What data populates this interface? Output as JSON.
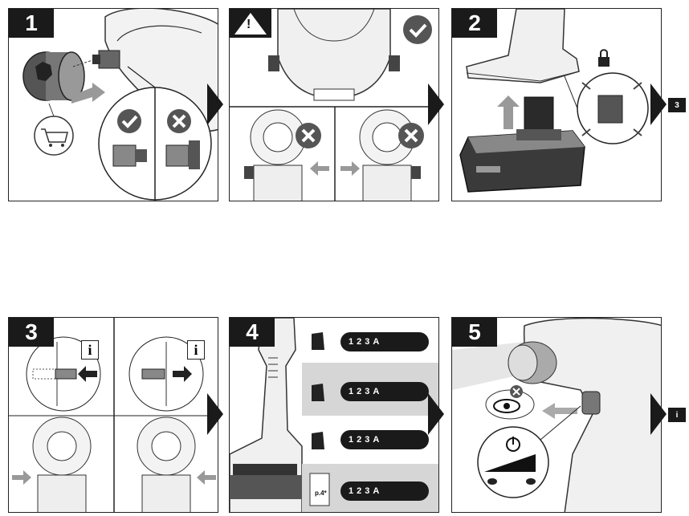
{
  "panels": {
    "p1": {
      "number": "1"
    },
    "pwarn": {
      "symbol": "!"
    },
    "p2": {
      "number": "2"
    },
    "p3": {
      "number": "3"
    },
    "p4": {
      "number": "4"
    },
    "p5": {
      "number": "5"
    }
  },
  "refs": {
    "after_p2": "3",
    "after_p5": "i"
  },
  "p3_info": {
    "left": "i",
    "right": "i"
  },
  "p4_modes": [
    {
      "d1": "1",
      "d2": "2",
      "d3": "3",
      "d4": "A"
    },
    {
      "d1": "1",
      "d2": "2",
      "d3": "3",
      "d4": "A"
    },
    {
      "d1": "1",
      "d2": "2",
      "d3": "3",
      "d4": "A"
    },
    {
      "d1": "1",
      "d2": "2",
      "d3": "3",
      "d4": "A"
    }
  ],
  "p4_page_ref": "p.4*",
  "colors": {
    "dark": "#1a1a1a",
    "gray": "#8a8a8a",
    "light": "#d6d6d6"
  }
}
